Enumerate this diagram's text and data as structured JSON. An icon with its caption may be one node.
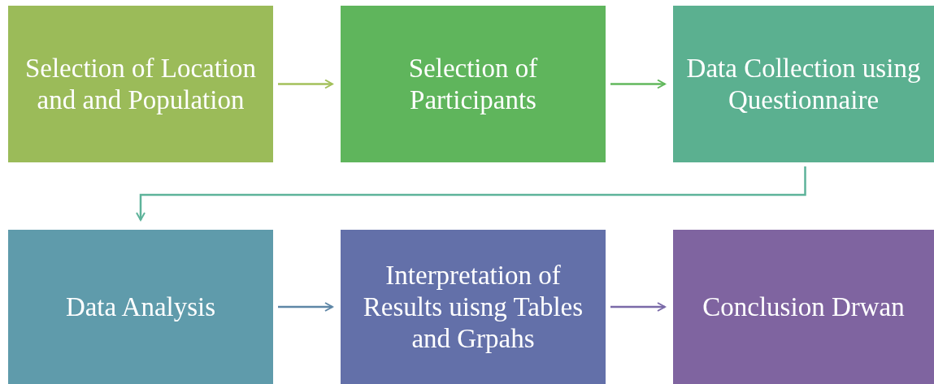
{
  "diagram": {
    "nodes": [
      {
        "text": [
          "Selection of Location and and Population"
        ]
      },
      {
        "text": [
          "Selection of Participants"
        ]
      },
      {
        "text": [
          "Data Collection using Questionnaire"
        ]
      },
      {
        "text": [
          "Data Analysis"
        ]
      },
      {
        "text": [
          "Interpretation of Results uisng Tables and Grpahs"
        ]
      },
      {
        "text": [
          "Conclusion Drwan"
        ]
      }
    ],
    "edges": [
      {
        "from": 0,
        "to": 1,
        "arrow": "to",
        "color": "#a3c05a"
      },
      {
        "from": 1,
        "to": 2,
        "arrow": "to",
        "color": "#62b85c"
      },
      {
        "from": 2,
        "to": 3,
        "arrow": "to",
        "color": "#5db39a"
      },
      {
        "from": 3,
        "to": 4,
        "arrow": "to",
        "color": "#5e86a6"
      },
      {
        "from": 4,
        "to": 5,
        "arrow": "to",
        "color": "#7a6aa8"
      }
    ]
  }
}
